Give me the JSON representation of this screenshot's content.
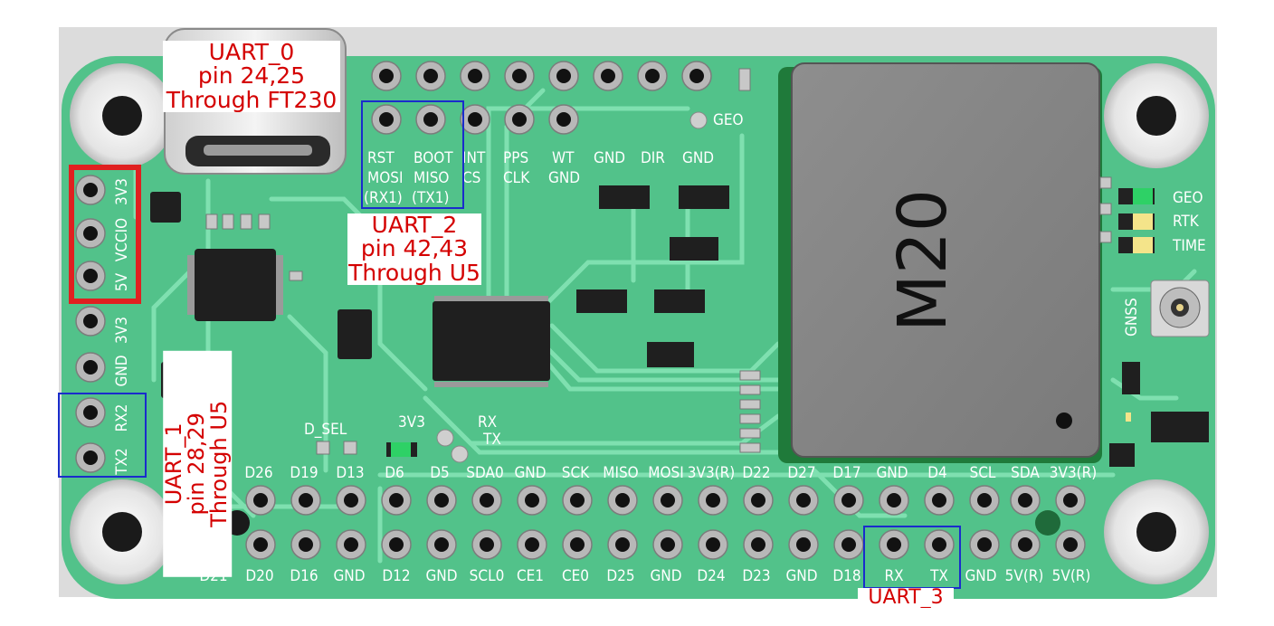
{
  "chip_label": "M20",
  "top_header_labels": {
    "row1": [
      "RST",
      "BOOT",
      "INT",
      "PPS",
      "WT",
      "GND",
      "DIR",
      "GND"
    ],
    "row2": [
      "MOSI",
      "MISO",
      "CS",
      "CLK",
      "GND"
    ],
    "row3": [
      "(RX1)",
      "(TX1)"
    ]
  },
  "geo_pad_label": "GEO",
  "led_labels": [
    "GEO",
    "RTK",
    "TIME"
  ],
  "gnss_label": "GNSS",
  "left_header_labels": [
    "3V3",
    "VCCIO",
    "5V",
    "3V3",
    "GND",
    "RX2",
    "TX2"
  ],
  "top_row_labels": [
    "D26",
    "D19",
    "D13",
    "D6",
    "D5",
    "SDA0",
    "GND",
    "SCK",
    "MISO",
    "MOSI",
    "3V3(R)",
    "D22",
    "D27",
    "D17",
    "GND",
    "D4",
    "SCL",
    "SDA",
    "3V3(R)"
  ],
  "bottom_row_labels": [
    "D21",
    "D20",
    "D16",
    "GND",
    "D12",
    "GND",
    "SCL0",
    "CE1",
    "CE0",
    "D25",
    "GND",
    "D24",
    "D23",
    "GND",
    "D18",
    "RX",
    "TX",
    "GND",
    "5V(R)",
    "5V(R)"
  ],
  "misc_labels": {
    "d_sel": "D_SEL",
    "v33": "3V3",
    "rx": "RX",
    "tx": "TX"
  },
  "annotations": {
    "uart0": [
      "UART_0",
      "pin 24,25",
      "Through FT230"
    ],
    "uart2": [
      "UART_2",
      "pin 42,43",
      "Through U5"
    ],
    "uart1": [
      "UART_1",
      "pin 28,29",
      "Through U5"
    ],
    "uart3": "UART_3"
  },
  "colors": {
    "pcb": "#52c28a",
    "trace": "#7fe0b0",
    "annotation": "#d40000",
    "box_red": "#e02020",
    "box_blue": "#1a2ccc"
  }
}
